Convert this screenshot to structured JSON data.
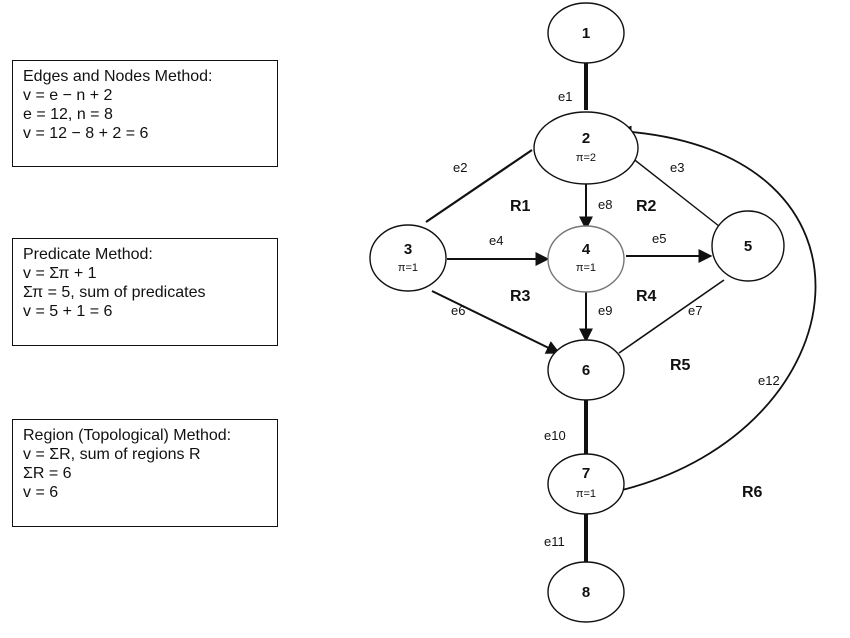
{
  "methods": {
    "edges_nodes": {
      "title": "Edges and Nodes Method:",
      "lines": [
        "v = e − n + 2",
        "e = 12, n = 8",
        "v = 12 − 8 + 2 = 6"
      ]
    },
    "predicate": {
      "title": "Predicate Method:",
      "lines": [
        "v = Σπ + 1",
        "Σπ = 5, sum of predicates",
        "v = 5 + 1 = 6"
      ]
    },
    "region": {
      "title": "Region (Topological) Method:",
      "lines": [
        "v = ΣR, sum of regions R",
        "ΣR = 6",
        "v = 6"
      ]
    }
  },
  "graph": {
    "nodes": [
      {
        "id": "1",
        "label": "1",
        "sub": ""
      },
      {
        "id": "2",
        "label": "2",
        "sub": "π=2"
      },
      {
        "id": "3",
        "label": "3",
        "sub": "π=1"
      },
      {
        "id": "4",
        "label": "4",
        "sub": "π=1"
      },
      {
        "id": "5",
        "label": "5",
        "sub": ""
      },
      {
        "id": "6",
        "label": "6",
        "sub": ""
      },
      {
        "id": "7",
        "label": "7",
        "sub": "π=1"
      },
      {
        "id": "8",
        "label": "8",
        "sub": ""
      }
    ],
    "edges": [
      {
        "id": "e1",
        "label": "e1",
        "from": "1",
        "to": "2"
      },
      {
        "id": "e2",
        "label": "e2",
        "from": "2",
        "to": "3"
      },
      {
        "id": "e3",
        "label": "e3",
        "from": "2",
        "to": "5"
      },
      {
        "id": "e4",
        "label": "e4",
        "from": "3",
        "to": "4"
      },
      {
        "id": "e5",
        "label": "e5",
        "from": "4",
        "to": "5"
      },
      {
        "id": "e6",
        "label": "e6",
        "from": "3",
        "to": "6"
      },
      {
        "id": "e7",
        "label": "e7",
        "from": "5",
        "to": "6"
      },
      {
        "id": "e8",
        "label": "e8",
        "from": "2",
        "to": "4"
      },
      {
        "id": "e9",
        "label": "e9",
        "from": "4",
        "to": "6"
      },
      {
        "id": "e10",
        "label": "e10",
        "from": "6",
        "to": "7"
      },
      {
        "id": "e11",
        "label": "e11",
        "from": "7",
        "to": "8"
      },
      {
        "id": "e12",
        "label": "e12",
        "from": "7",
        "to": "2"
      }
    ],
    "regions": [
      "R1",
      "R2",
      "R3",
      "R4",
      "R5",
      "R6"
    ]
  }
}
